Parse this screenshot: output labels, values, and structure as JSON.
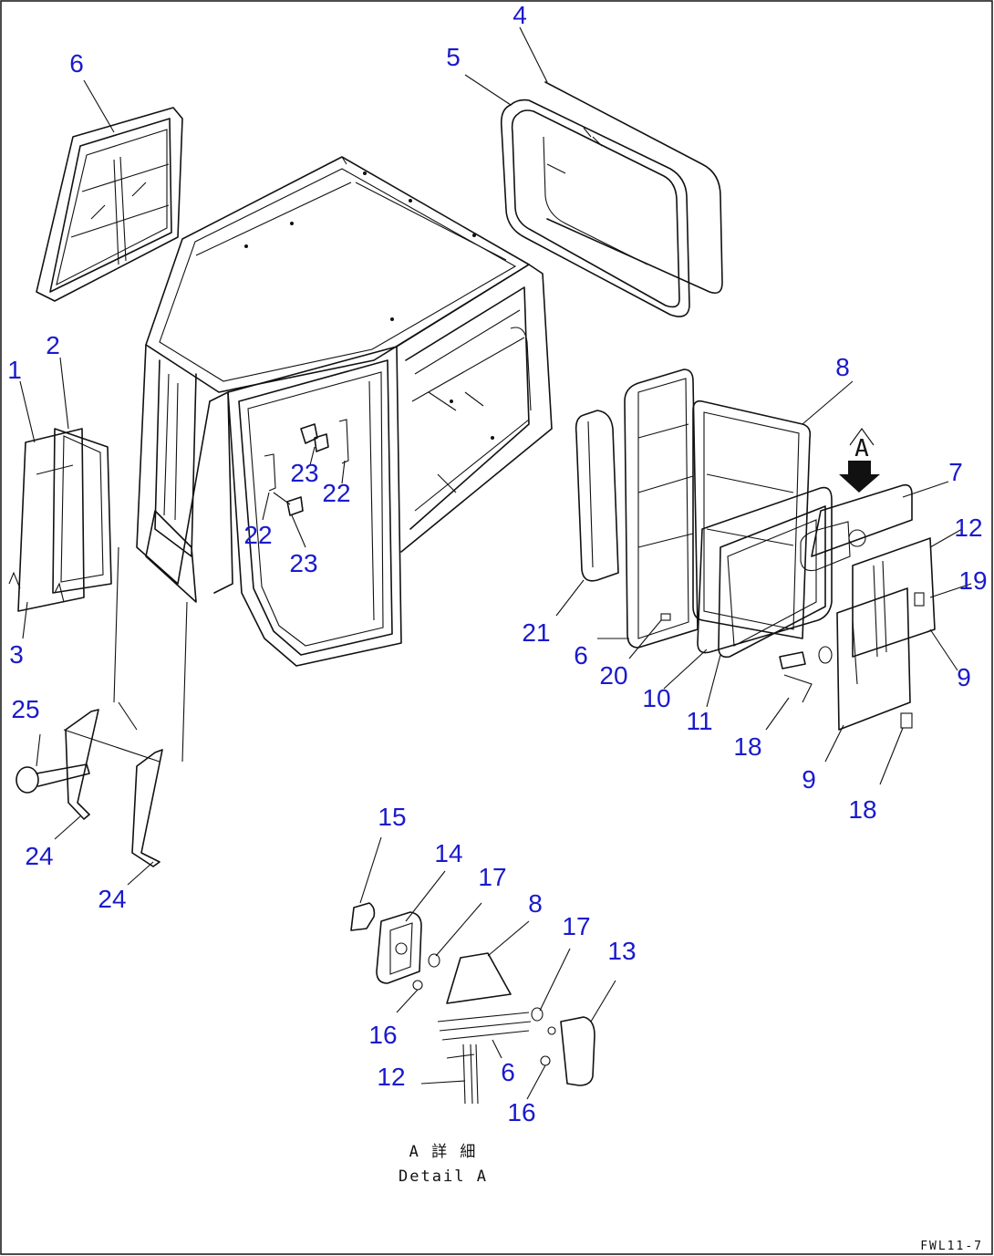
{
  "callouts": {
    "c1": "1",
    "c2": "2",
    "c3": "3",
    "c4": "4",
    "c5": "5",
    "c6a": "6",
    "c6b": "6",
    "c6c": "6",
    "c7": "7",
    "c8a": "8",
    "c8b": "8",
    "c9a": "9",
    "c9b": "9",
    "c10": "10",
    "c11": "11",
    "c12a": "12",
    "c12b": "12",
    "c13": "13",
    "c14": "14",
    "c15": "15",
    "c16a": "16",
    "c16b": "16",
    "c17a": "17",
    "c17b": "17",
    "c18a": "18",
    "c18b": "18",
    "c19": "19",
    "c20": "20",
    "c21": "21",
    "c22a": "22",
    "c22b": "22",
    "c23a": "23",
    "c23b": "23",
    "c24a": "24",
    "c24b": "24",
    "c25": "25"
  },
  "view_marker": "A",
  "detail_caption_jp": "A 詳 細",
  "detail_caption_en": "Detail A",
  "drawing_code": "FWL11-7"
}
